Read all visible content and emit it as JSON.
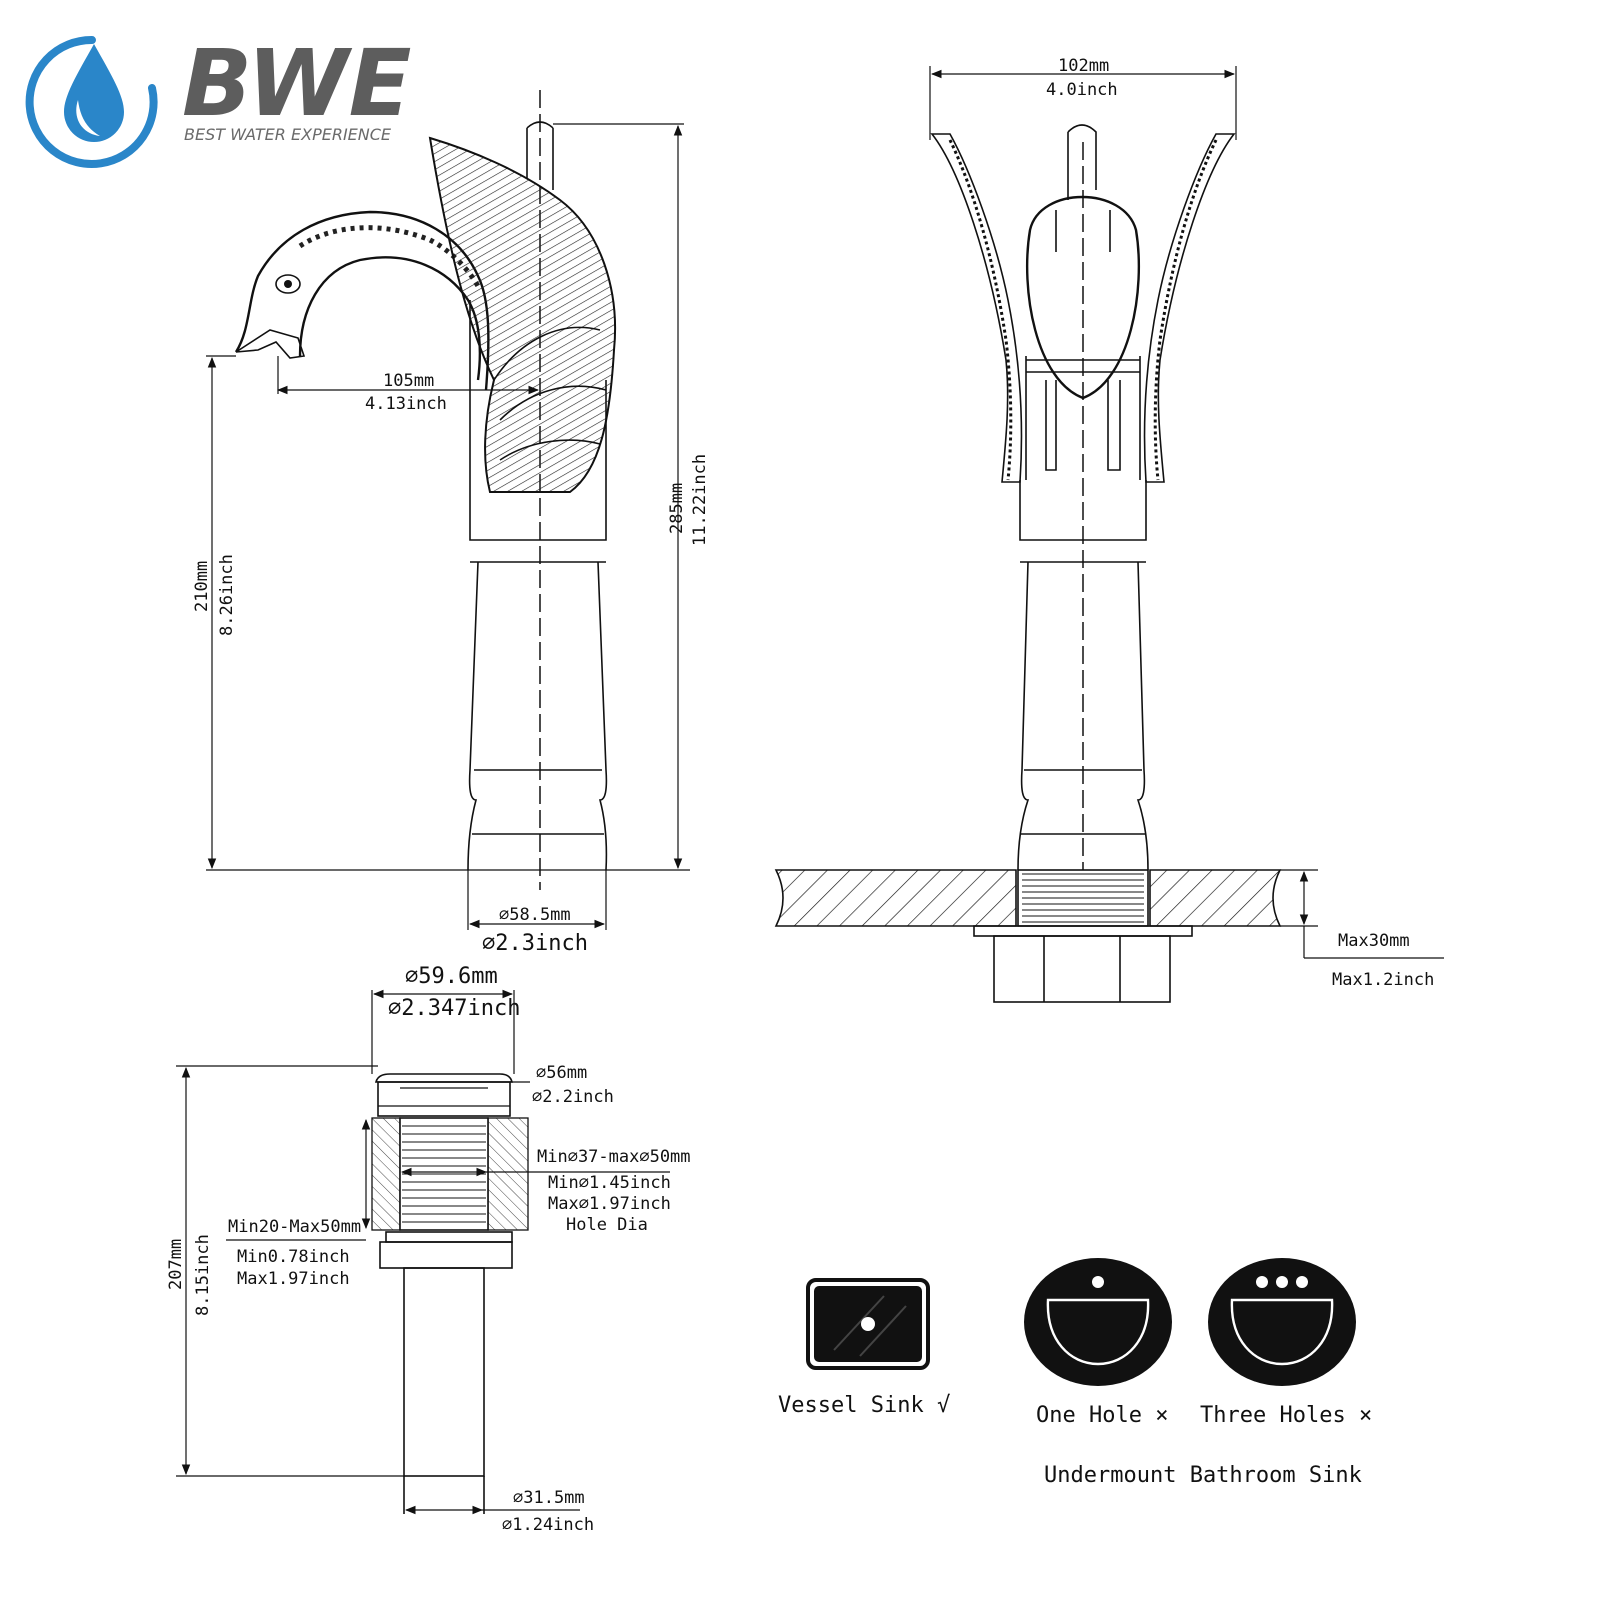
{
  "brand": {
    "name": "BWE",
    "tagline": "BEST WATER EXPERIENCE",
    "color_blue": "#2a86c9",
    "color_gray": "#5d5d5d"
  },
  "faucet_side": {
    "spout_reach_mm": "105mm",
    "spout_reach_inch": "4.13inch",
    "spout_height_mm": "210mm",
    "spout_height_inch": "8.26inch",
    "total_height_mm": "285mm",
    "total_height_inch": "11.22inch",
    "base_dia_mm": "⌀58.5mm",
    "base_dia_inch": "⌀2.3inch"
  },
  "faucet_front": {
    "width_mm": "102mm",
    "width_inch": "4.0inch",
    "deck_max_mm": "Max30mm",
    "deck_max_inch": "Max1.2inch"
  },
  "drain": {
    "cap_dia_mm": "⌀59.6mm",
    "cap_dia_inch": "⌀2.347inch",
    "flange_dia_mm": "⌀56mm",
    "flange_dia_inch": "⌀2.2inch",
    "hole_dia_mm": "Min⌀37-max⌀50mm",
    "hole_dia_min_inch": "Min⌀1.45inch",
    "hole_dia_max_inch": "Max⌀1.97inch",
    "hole_dia_label": "Hole Dia",
    "thickness_mm": "Min20-Max50mm",
    "thickness_min_inch": "Min0.78inch",
    "thickness_max_inch": "Max1.97inch",
    "height_mm": "207mm",
    "height_inch": "8.15inch",
    "tail_dia_mm": "⌀31.5mm",
    "tail_dia_inch": "⌀1.24inch"
  },
  "sinks": {
    "vessel": "Vessel Sink √",
    "one_hole": "One Hole ×",
    "three_holes": "Three Holes ×",
    "undermount": "Undermount Bathroom Sink"
  }
}
